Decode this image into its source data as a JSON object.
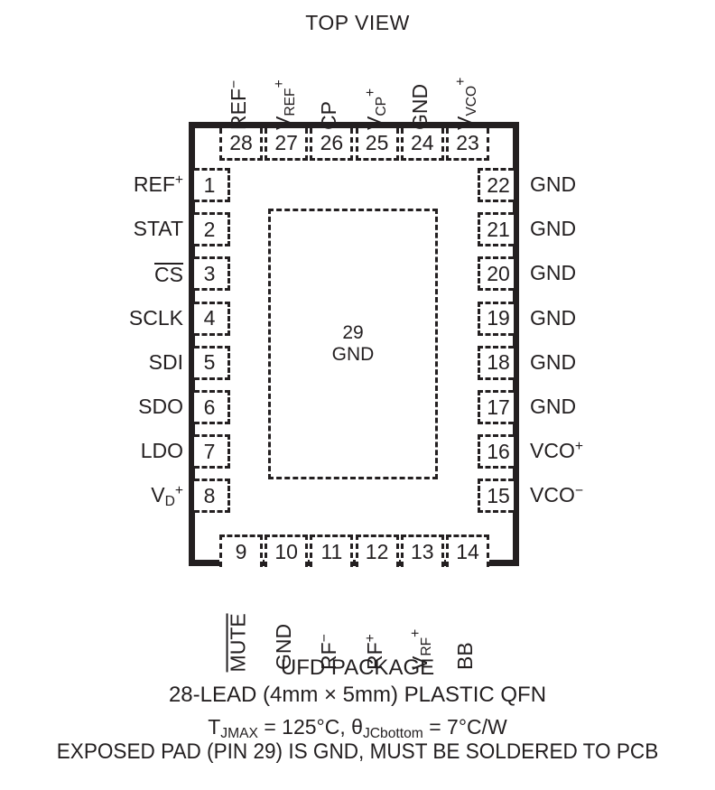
{
  "title": "TOP VIEW",
  "package": {
    "exposed_pad": {
      "pin_number": "29",
      "signal": "GND"
    }
  },
  "pins": {
    "left": [
      {
        "number": "1",
        "label": "REF",
        "sup": "+",
        "sub": "",
        "overline": false
      },
      {
        "number": "2",
        "label": "STAT",
        "sup": "",
        "sub": "",
        "overline": false
      },
      {
        "number": "3",
        "label": "CS",
        "sup": "",
        "sub": "",
        "overline": true
      },
      {
        "number": "4",
        "label": "SCLK",
        "sup": "",
        "sub": "",
        "overline": false
      },
      {
        "number": "5",
        "label": "SDI",
        "sup": "",
        "sub": "",
        "overline": false
      },
      {
        "number": "6",
        "label": "SDO",
        "sup": "",
        "sub": "",
        "overline": false
      },
      {
        "number": "7",
        "label": "LDO",
        "sup": "",
        "sub": "",
        "overline": false
      },
      {
        "number": "8",
        "label": "V",
        "sup": "+",
        "sub": "D",
        "overline": false
      }
    ],
    "right": [
      {
        "number": "22",
        "label": "GND",
        "sup": "",
        "sub": "",
        "overline": false
      },
      {
        "number": "21",
        "label": "GND",
        "sup": "",
        "sub": "",
        "overline": false
      },
      {
        "number": "20",
        "label": "GND",
        "sup": "",
        "sub": "",
        "overline": false
      },
      {
        "number": "19",
        "label": "GND",
        "sup": "",
        "sub": "",
        "overline": false
      },
      {
        "number": "18",
        "label": "GND",
        "sup": "",
        "sub": "",
        "overline": false
      },
      {
        "number": "17",
        "label": "GND",
        "sup": "",
        "sub": "",
        "overline": false
      },
      {
        "number": "16",
        "label": "VCO",
        "sup": "+",
        "sub": "",
        "overline": false
      },
      {
        "number": "15",
        "label": "VCO",
        "sup": "−",
        "sub": "",
        "overline": false
      }
    ],
    "top": [
      {
        "number": "28",
        "label": "REF",
        "sup": "−",
        "sub": "",
        "overline": false
      },
      {
        "number": "27",
        "label": "V",
        "sup": "+",
        "sub": "REF",
        "overline": false
      },
      {
        "number": "26",
        "label": "CP",
        "sup": "",
        "sub": "",
        "overline": false
      },
      {
        "number": "25",
        "label": "V",
        "sup": "+",
        "sub": "CP",
        "overline": false
      },
      {
        "number": "24",
        "label": "GND",
        "sup": "",
        "sub": "",
        "overline": false
      },
      {
        "number": "23",
        "label": "V",
        "sup": "+",
        "sub": "VCO",
        "overline": false
      }
    ],
    "bottom": [
      {
        "number": "9",
        "label": "MUTE",
        "sup": "",
        "sub": "",
        "overline": true
      },
      {
        "number": "10",
        "label": "GND",
        "sup": "",
        "sub": "",
        "overline": false
      },
      {
        "number": "11",
        "label": "RF",
        "sup": "−",
        "sub": "",
        "overline": false
      },
      {
        "number": "12",
        "label": "RF",
        "sup": "+",
        "sub": "",
        "overline": false
      },
      {
        "number": "13",
        "label": "V",
        "sup": "+",
        "sub": "RF",
        "overline": false
      },
      {
        "number": "14",
        "label": "BB",
        "sup": "",
        "sub": "",
        "overline": false
      }
    ]
  },
  "caption": {
    "package_name": "UFD PACKAGE",
    "lead_description": "28-LEAD (4mm × 5mm) PLASTIC QFN",
    "thermal": {
      "tj_symbol": "T",
      "tj_sub": "JMAX",
      "tj_value": " = 125°C, ",
      "theta_symbol": "θ",
      "theta_sub": "JCbottom",
      "theta_value": " = 7°C/W"
    },
    "exposed_pad_note": "EXPOSED PAD (PIN 29) IS GND, MUST BE SOLDERED TO PCB"
  },
  "colors": {
    "ink": "#231f20",
    "background": "#ffffff"
  }
}
